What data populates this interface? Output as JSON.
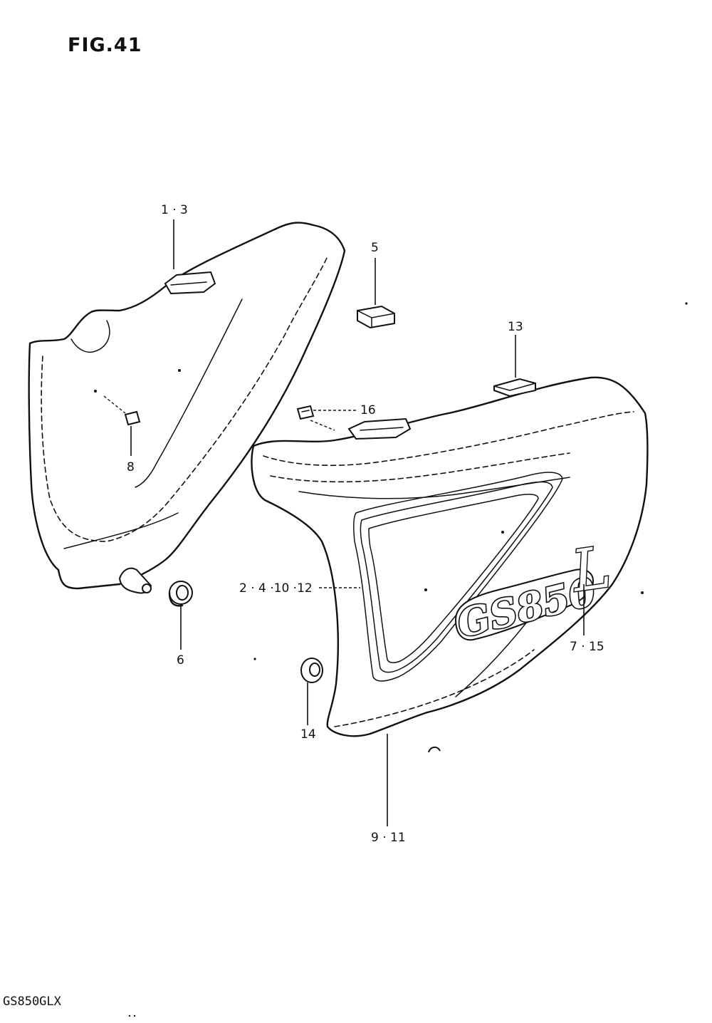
{
  "figure": {
    "title": "FIG.41",
    "model": "GS850GLX"
  },
  "callouts": {
    "c1": "1 · 3",
    "c2": "5",
    "c3": "13",
    "c4": "16",
    "c5": "8",
    "c6": "6",
    "c7": "2 · 4 ·10 ·12",
    "c8": "7 · 15",
    "c9": "14",
    "c10": "9 · 11"
  },
  "emblem": {
    "text": "GS850",
    "script": "L"
  }
}
